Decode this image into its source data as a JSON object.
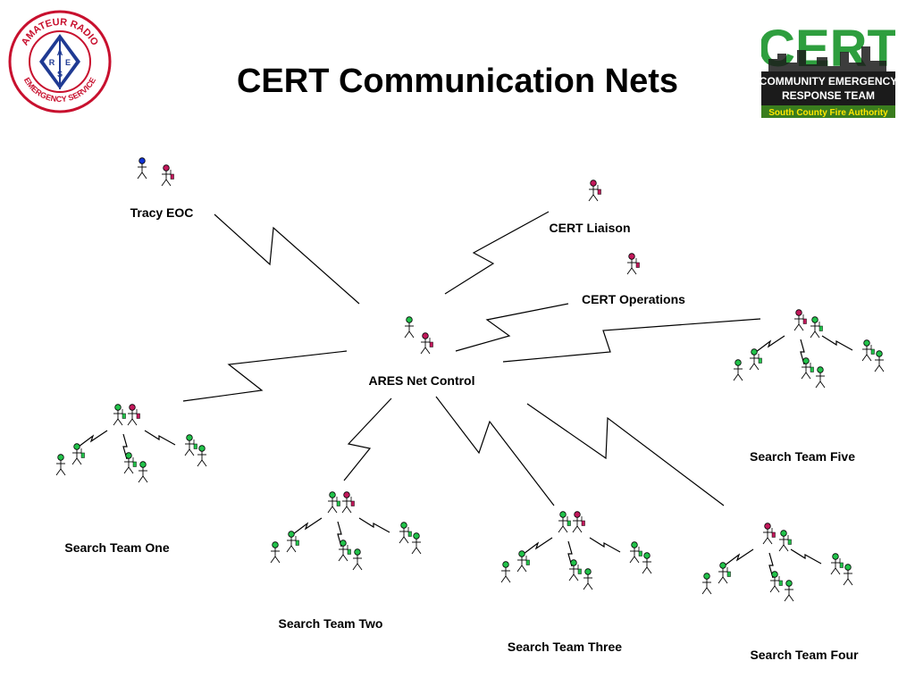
{
  "title": "CERT Communication Nets",
  "logos": {
    "ares": {
      "ring_top": "AMATEUR RADIO",
      "ring_bottom": "EMERGENCY SERVICE",
      "center_letters": [
        "A",
        "R",
        "E",
        "S"
      ],
      "colors": {
        "ring": "#c8102e",
        "diamond": "#1f3a93"
      }
    },
    "cert": {
      "word": "CERT",
      "line1": "COMMUNITY EMERGENCY",
      "line2": "RESPONSE TEAM",
      "line3": "South County Fire Authority",
      "colors": {
        "word": "#2e9e3e",
        "band": "#1b1b1b",
        "footer": "#3a7d1e",
        "footer_text": "#ffe600"
      }
    }
  },
  "nodes": {
    "tracy_eoc": "Tracy EOC",
    "cert_liaison": "CERT Liaison",
    "cert_operations": "CERT Operations",
    "ares_net_control": "ARES Net Control",
    "team1": "Search Team One",
    "team2": "Search Team Two",
    "team3": "Search Team Three",
    "team4": "Search Team Four",
    "team5": "Search Team Five"
  },
  "colors": {
    "link": "#000000",
    "head_green": "#22c24a",
    "head_magenta": "#c2185b",
    "head_blue": "#1033d6",
    "radio_green": "#22c24a",
    "radio_magenta": "#c2185b"
  }
}
